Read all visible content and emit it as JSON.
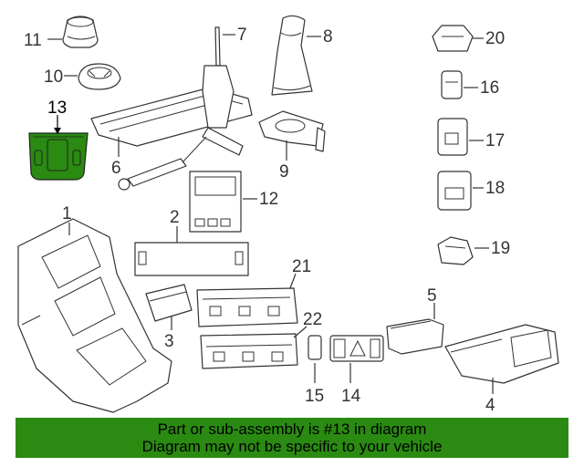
{
  "diagram": {
    "highlighted_part": "13",
    "highlight_color": "#2a8a12",
    "callouts": {
      "c1": "1",
      "c2": "2",
      "c3": "3",
      "c4": "4",
      "c5": "5",
      "c6": "6",
      "c7": "7",
      "c8": "8",
      "c9": "9",
      "c10": "10",
      "c11": "11",
      "c12": "12",
      "c13": "13",
      "c14": "14",
      "c15": "15",
      "c16": "16",
      "c17": "17",
      "c18": "18",
      "c19": "19",
      "c20": "20",
      "c21": "21",
      "c22": "22"
    }
  },
  "banner": {
    "line1": "Part or sub-assembly is #13 in diagram",
    "line2": "Diagram may not be specific to your vehicle",
    "background": "#2a8a12"
  }
}
